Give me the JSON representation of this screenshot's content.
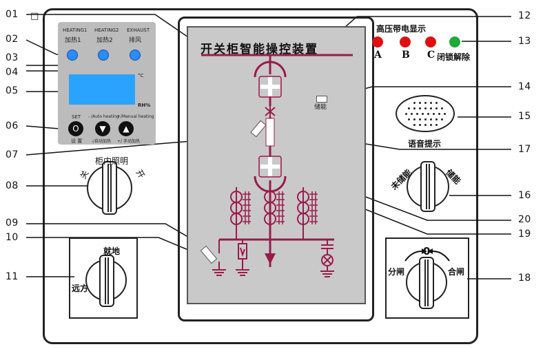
{
  "callouts": {
    "n01": "01",
    "n02": "02",
    "n03": "03",
    "n04": "04",
    "n05": "05",
    "n06": "06",
    "n07": "07",
    "n08": "08",
    "n09": "09",
    "n10": "10",
    "n11": "11",
    "n12": "12",
    "n13": "13",
    "n14": "14",
    "n15": "15",
    "n16": "16",
    "n17": "17",
    "n18": "18",
    "n19": "19",
    "n20": "20"
  },
  "controller": {
    "heating1_en": "HEATING1",
    "heating1_cn": "加热1",
    "heating2_en": "HEATING2",
    "heating2_cn": "加热2",
    "exhaust_en": "EXHAUST",
    "exhaust_cn": "排风",
    "unit_c": "°C",
    "unit_rh": "RH%",
    "auto_heating": "- /Auto heating",
    "manual_heating": "+/Manual heating",
    "set_label": "SET",
    "set_key": "O",
    "set_cn": "设 置",
    "down_key": "▼",
    "down_cn": "-/自动加热",
    "up_key": "▲",
    "up_cn": "+/ 手动加热"
  },
  "lcd": {
    "title": "开关柜智能操控装置",
    "storage": "储能",
    "voice": "语音提示"
  },
  "indicators": {
    "title": "高压带电显示",
    "phase_a": "A",
    "phase_b": "B",
    "phase_c": "C",
    "unlock": "闭锁解除",
    "colors": {
      "phase": "#e01010",
      "unlock": "#1faa3a",
      "bus": "#9b1a4a",
      "lcd_blue": "#2aa3ff"
    }
  },
  "knobs": {
    "cabinet_light": {
      "off": "关",
      "label": "柜内照明",
      "on": "开"
    },
    "storage": {
      "not_stored": "未储能",
      "stored": "储能"
    },
    "local_remote": {
      "local": "就地",
      "remote": "远方"
    },
    "open_close": {
      "zero": "0",
      "open": "分闸",
      "close": "合闸"
    }
  },
  "corner_mark": "□"
}
